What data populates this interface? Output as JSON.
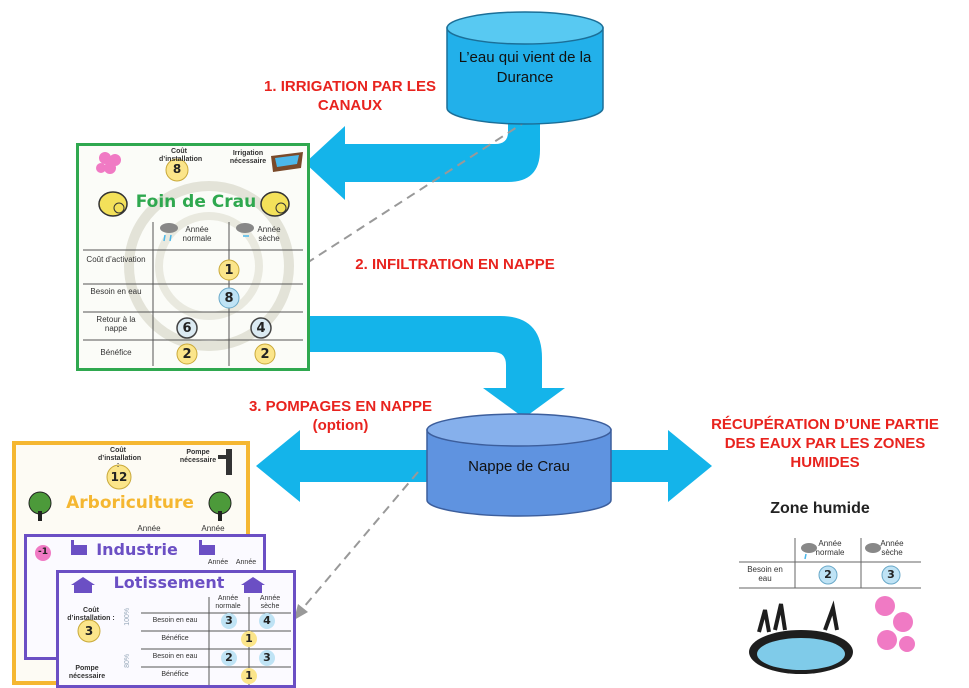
{
  "colors": {
    "arrow_cyan": "#14b4ea",
    "label_red": "#e8231e",
    "cylinder_blue": "#22b0ea",
    "nappe_blue": "#5f93e0",
    "card_green": "#2fa84f",
    "card_orange": "#f5b731",
    "card_purple": "#6b4fc4",
    "title_green": "#2fa84f",
    "title_orange": "#f5b731",
    "title_purple": "#6b4fc4"
  },
  "source": {
    "label": "L’eau qui vient de la Durance"
  },
  "nappe": {
    "label": "Nappe de Crau"
  },
  "steps": {
    "irrigation": "1. IRRIGATION PAR LES CANAUX",
    "infiltration": "2. INFILTRATION EN NAPPE",
    "pompages": "3. POMPAGES EN NAPPE (option)",
    "recuperation": "RÉCUPÉRATION D’UNE PARTIE DES EAUX PAR LES ZONES HUMIDES"
  },
  "foin": {
    "title": "Foin de Crau",
    "cout_installation_label": "Coût d’installation :",
    "cout_installation": "8",
    "irrigation_label": "Irrigation nécessaire",
    "col_normale": "Année normale",
    "col_seche": "Année sèche",
    "rows": [
      {
        "label": "Coût d’activation",
        "normale": "1",
        "seche": ""
      },
      {
        "label": "Besoin en eau",
        "normale": "8",
        "seche": ""
      },
      {
        "label": "Retour à la nappe",
        "normale": "6",
        "seche": "4"
      },
      {
        "label": "Bénéfice",
        "normale": "2",
        "seche": "2"
      }
    ]
  },
  "arbo": {
    "title": "Arboriculture",
    "cout_installation_label": "Coût d’installation :",
    "cout_installation": "12",
    "pompe_label": "Pompe nécessaire",
    "col_normale": "Année",
    "col_seche": "Année"
  },
  "industrie": {
    "title": "Industrie",
    "badge": "-1",
    "col_normale": "Année",
    "col_seche": "Année"
  },
  "lotissement": {
    "title": "Lotissement",
    "cout_installation_label": "Coût d’installation :",
    "cout_installation": "3",
    "pompe_label": "Pompe nécessaire",
    "col_normale": "Année normale",
    "col_seche": "Année sèche",
    "side_80": "80%",
    "side_100": "100%",
    "rows": [
      {
        "label": "Besoin en eau",
        "normale": "3",
        "seche": "4"
      },
      {
        "label": "Bénéfice",
        "normale": "",
        "seche": "1"
      },
      {
        "label": "Besoin en eau",
        "normale": "2",
        "seche": "3"
      },
      {
        "label": "Bénéfice",
        "normale": "",
        "seche": "1"
      }
    ]
  },
  "zone": {
    "title": "Zone humide",
    "col_normale": "Année normale",
    "col_seche": "Année sèche",
    "row_label": "Besoin en eau",
    "normale": "2",
    "seche": "3"
  }
}
